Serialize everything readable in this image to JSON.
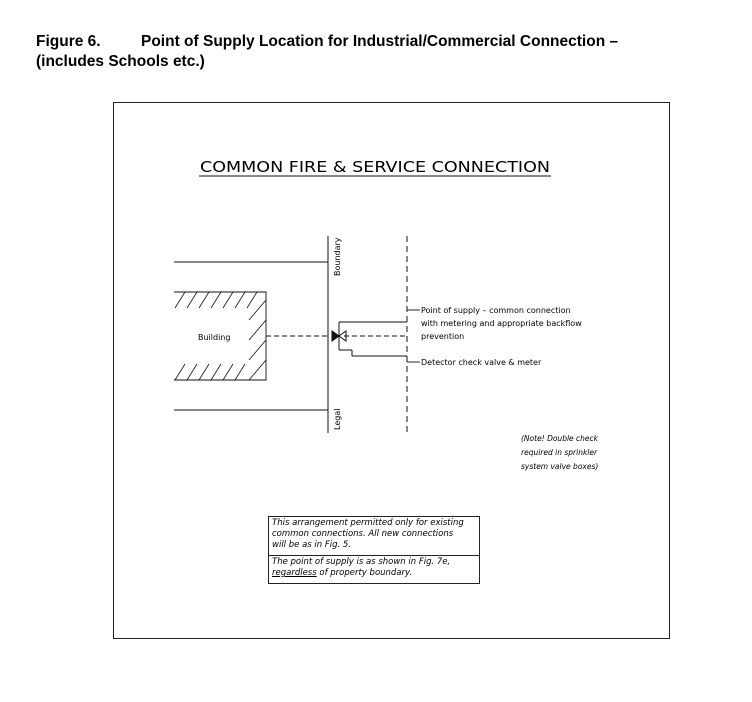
{
  "caption": {
    "figure_number": "Figure 6.",
    "title_line1": "Point of Supply Location for Industrial/Commercial Connection –",
    "title_line2": "(includes Schools etc.)"
  },
  "diagram": {
    "heading": "COMMON FIRE & SERVICE CONNECTION",
    "building_label": "Building",
    "boundary_label": "Boundary",
    "legal_label": "Legal",
    "point_of_supply": {
      "line1": "Point of supply – common connection",
      "line2": "with metering and appropriate backflow",
      "line3": "prevention"
    },
    "detector_label": "Detector check valve & meter",
    "side_note": {
      "line1": "(Note! Double check",
      "line2": "required in sprinkler",
      "line3": "system valve boxes)"
    },
    "box_note": {
      "line1": "This arrangement permitted only for existing",
      "line2": "common connections. All new connections",
      "line3": "will be as in Fig. 5.",
      "line4": "The point of supply is as shown in Fig. 7e,",
      "underlined": "regardless",
      "line5_rest": " of property boundary."
    }
  }
}
